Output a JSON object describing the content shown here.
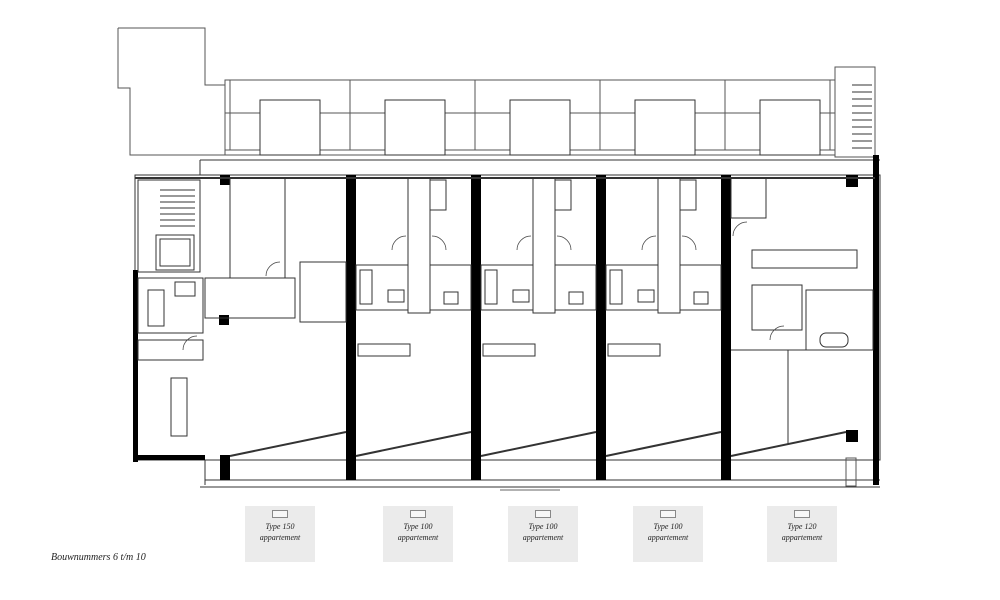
{
  "caption": "Bouwnummers 6 t/m 10",
  "units": [
    {
      "type": "Type 150",
      "label": "appartement"
    },
    {
      "type": "Type 100",
      "label": "appartement"
    },
    {
      "type": "Type 100",
      "label": "appartement"
    },
    {
      "type": "Type 100",
      "label": "appartement"
    },
    {
      "type": "Type 120",
      "label": "appartement"
    }
  ],
  "colors": {
    "wall": "#000000",
    "line": "#444444",
    "legend_bg": "#ebebeb"
  }
}
